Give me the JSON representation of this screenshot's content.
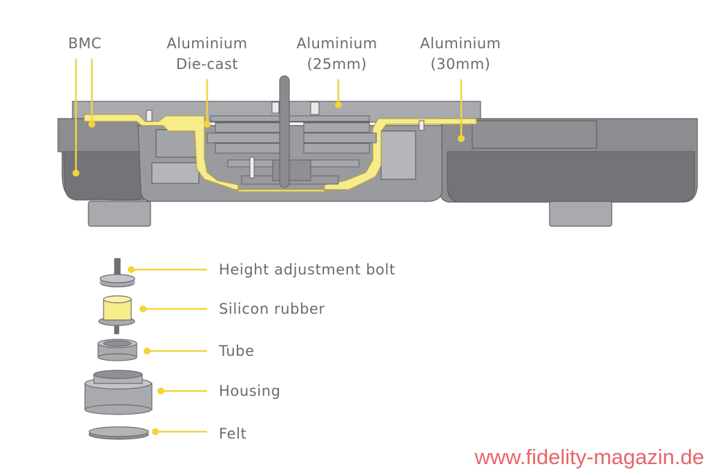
{
  "diagram": {
    "top_labels": [
      {
        "id": "bmc",
        "lines": [
          "BMC"
        ]
      },
      {
        "id": "al-diecast",
        "lines": [
          "Aluminium",
          "Die-cast"
        ]
      },
      {
        "id": "al-25",
        "lines": [
          "Aluminium",
          "(25mm)"
        ]
      },
      {
        "id": "al-30",
        "lines": [
          "Aluminium",
          "(30mm)"
        ]
      }
    ],
    "foot_parts": [
      {
        "id": "bolt",
        "label": "Height adjustment bolt"
      },
      {
        "id": "silicon",
        "label": "Silicon rubber"
      },
      {
        "id": "tube",
        "label": "Tube"
      },
      {
        "id": "housing",
        "label": "Housing"
      },
      {
        "id": "felt",
        "label": "Felt"
      }
    ]
  },
  "colors": {
    "accent_yellow": "#f2d43a",
    "aluminium_fill": "#f6ec8c",
    "body_dark": "#7a7b7e",
    "body_mid": "#9a9b9e",
    "body_light": "#b8b9bc",
    "text": "#6b6b6b",
    "watermark": "#e8646a"
  },
  "watermark": "www.fidelity-magazin.de"
}
